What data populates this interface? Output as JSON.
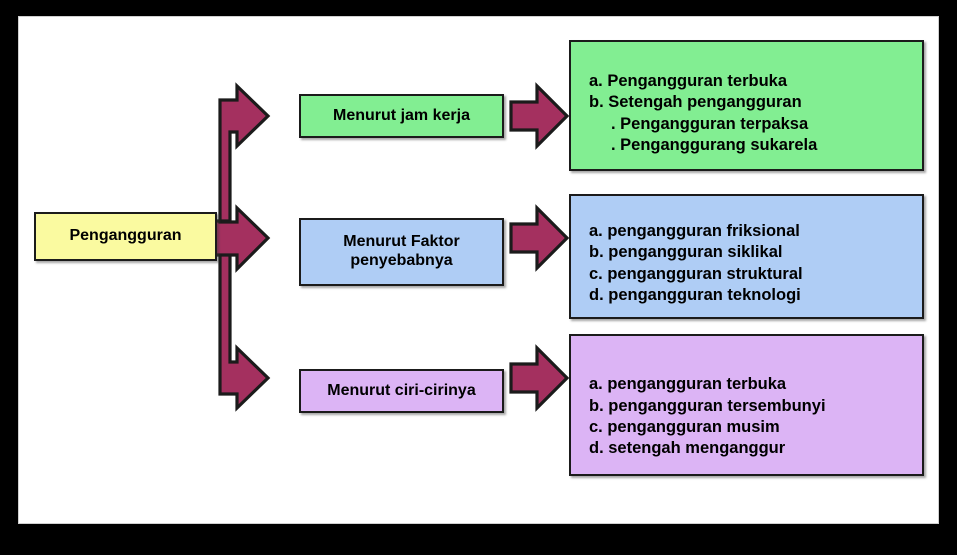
{
  "diagram": {
    "title_text": "Pengangguran",
    "root": {
      "label": "Pengangguran",
      "color": "#fafaa0"
    },
    "branches": [
      {
        "name": "jam-kerja",
        "mid_label": "Menurut jam kerja",
        "color": "#82ee92",
        "items": [
          {
            "text": "a. Pengangguran terbuka",
            "indent": false
          },
          {
            "text": "b. Setengah pengangguran",
            "indent": false
          },
          {
            "text": ".  Pengangguran terpaksa",
            "indent": true
          },
          {
            "text": ".  Penganggurang sukarela",
            "indent": true
          }
        ]
      },
      {
        "name": "faktor-penyebab",
        "mid_label_line1": "Menurut Faktor",
        "mid_label_line2": "penyebabnya",
        "color": "#afcdf5",
        "items": [
          {
            "text": "a. pengangguran friksional",
            "indent": false
          },
          {
            "text": "b. pengangguran siklikal",
            "indent": false
          },
          {
            "text": "c. pengangguran struktural",
            "indent": false
          },
          {
            "text": "d. pengangguran teknologi",
            "indent": false
          }
        ]
      },
      {
        "name": "ciri-ciri",
        "mid_label": "Menurut ciri-cirinya",
        "color": "#dcb4f5",
        "items": [
          {
            "text": "a. pengangguran terbuka",
            "indent": false
          },
          {
            "text": "b. pengangguran tersembunyi",
            "indent": false
          },
          {
            "text": "c. pengangguran musim",
            "indent": false
          },
          {
            "text": "d. setengah menganggur",
            "indent": false
          }
        ]
      }
    ],
    "colors": {
      "arrow": "#a4305f",
      "outline": "#1b1b1b",
      "frame": "#000000",
      "canvas": "#ffffff",
      "yellow": "#fafaa0",
      "green": "#82ee92",
      "blue": "#afcdf5",
      "purple": "#dcb4f5"
    },
    "icons": {
      "branch_connector": "branching-arrow-icon",
      "link_arrow": "right-arrow-icon"
    }
  }
}
